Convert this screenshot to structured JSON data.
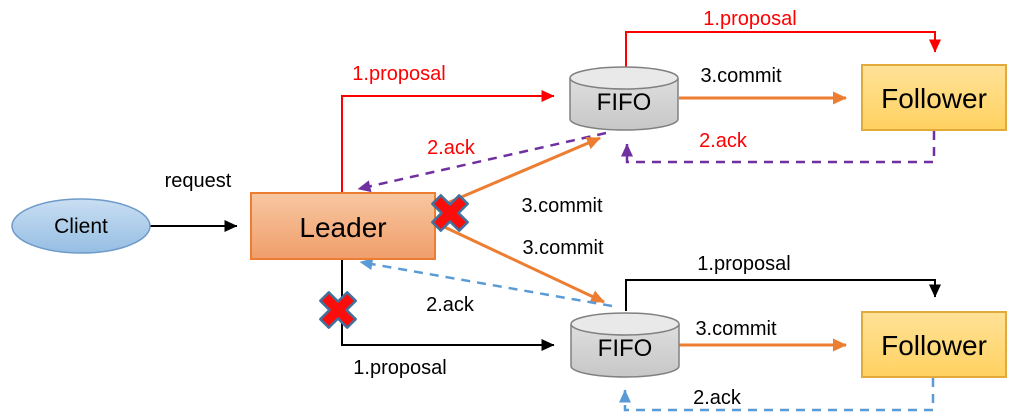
{
  "diagram": {
    "nodes": {
      "client": "Client",
      "leader": "Leader",
      "fifo_top": "FIFO",
      "fifo_bottom": "FIFO",
      "follower_top": "Follower",
      "follower_bottom": "Follower"
    },
    "edge_labels": {
      "request": "request",
      "proposal_top": "1.proposal",
      "proposal_top_right": "1.proposal",
      "ack_top_diag": "2.ack",
      "ack_top_right": "2.ack",
      "commit_top_right": "3.commit",
      "commit_upper_diag": "3.commit",
      "commit_lower_diag": "3.commit",
      "ack_mid": "2.ack",
      "proposal_bottom": "1.proposal",
      "proposal_bottom_right": "1.proposal",
      "commit_bottom_right": "3.commit",
      "ack_bottom": "2.ack"
    },
    "colors": {
      "proposal_red": "#FF0000",
      "commit_orange": "#ED7D31",
      "ack_purple": "#7030A0",
      "ack_blue": "#5B9BD5",
      "line_black": "#000000",
      "client_fill": "#9DC3E6",
      "client_border": "#6E9BC9",
      "leader_fill": "#F4B183",
      "leader_border": "#ED7D31",
      "follower_fill": "#FFD966",
      "follower_border": "#E2A93B",
      "fifo_fill": "#D2D2D2",
      "fifo_border": "#808080",
      "failure_x_fill": "#FB0D0C",
      "failure_x_outline": "#41719C"
    }
  }
}
